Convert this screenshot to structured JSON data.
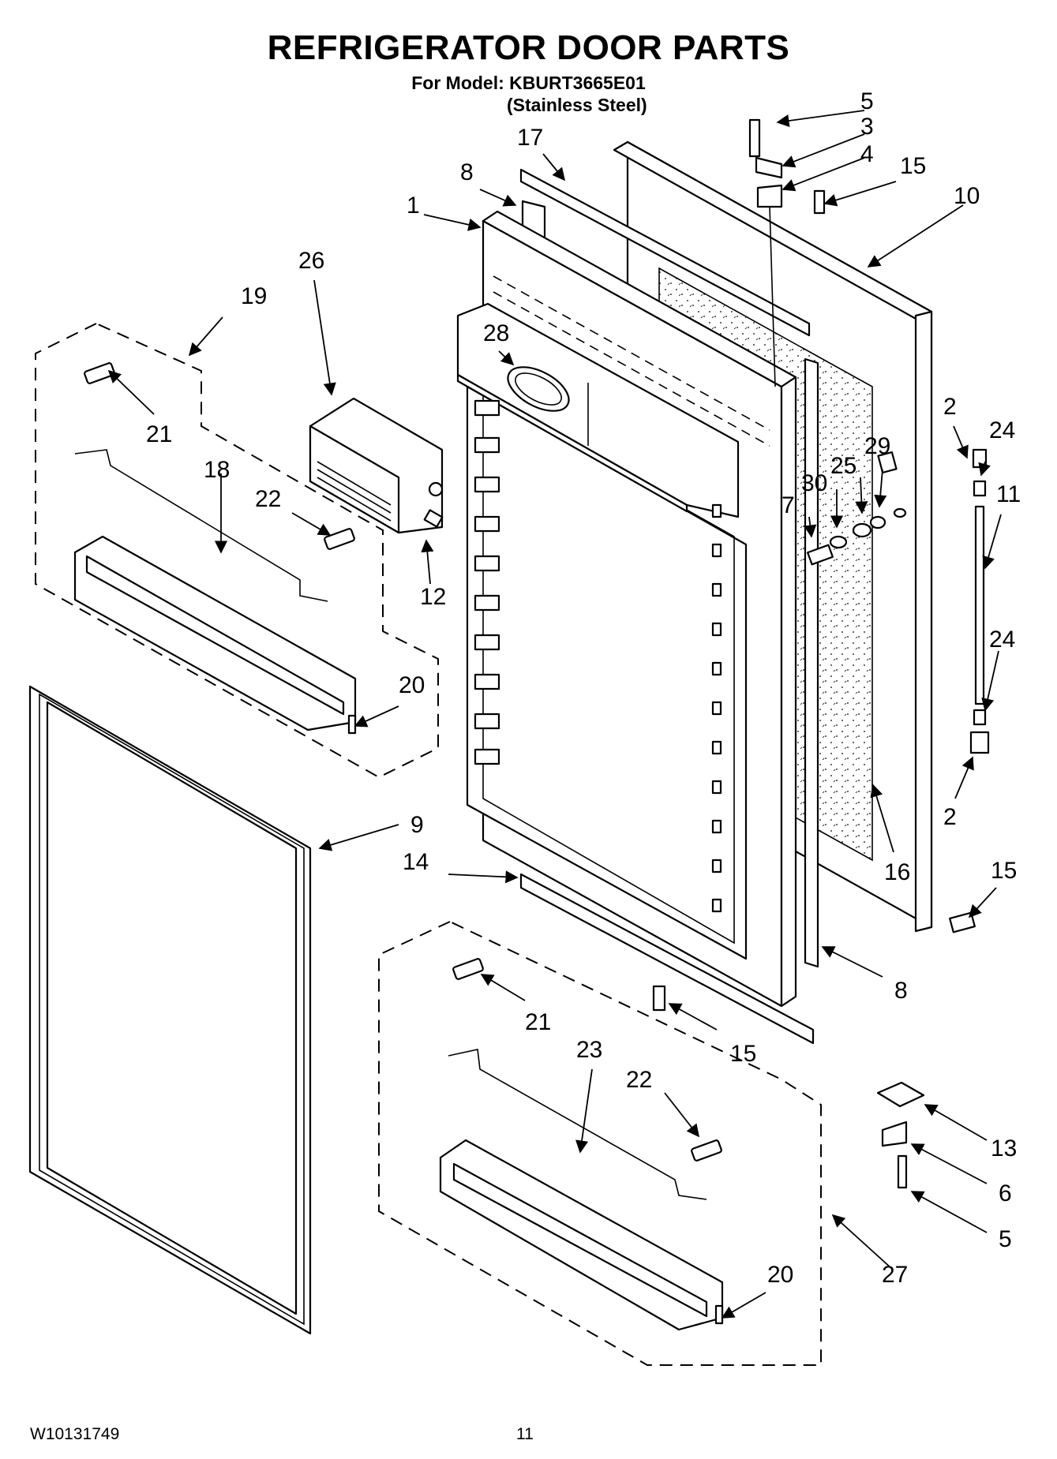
{
  "header": {
    "title": "REFRIGERATOR DOOR PARTS",
    "model_line": "For Model: KBURT3665E01",
    "finish_line": "(Stainless Steel)"
  },
  "footer": {
    "doc_id": "W10131749",
    "page_number": "11"
  },
  "callouts": {
    "c1": "1",
    "c2a": "2",
    "c2b": "2",
    "c3": "3",
    "c4": "4",
    "c5a": "5",
    "c5b": "5",
    "c6": "6",
    "c7": "7",
    "c8a": "8",
    "c8b": "8",
    "c9": "9",
    "c10": "10",
    "c11": "11",
    "c12": "12",
    "c13": "13",
    "c14": "14",
    "c15a": "15",
    "c15b": "15",
    "c15c": "15",
    "c16": "16",
    "c17": "17",
    "c18": "18",
    "c19": "19",
    "c20a": "20",
    "c20b": "20",
    "c21a": "21",
    "c21b": "21",
    "c22a": "22",
    "c22b": "22",
    "c23": "23",
    "c24a": "24",
    "c24b": "24",
    "c25": "25",
    "c26": "26",
    "c27": "27",
    "c28": "28",
    "c29": "29",
    "c30": "30"
  }
}
